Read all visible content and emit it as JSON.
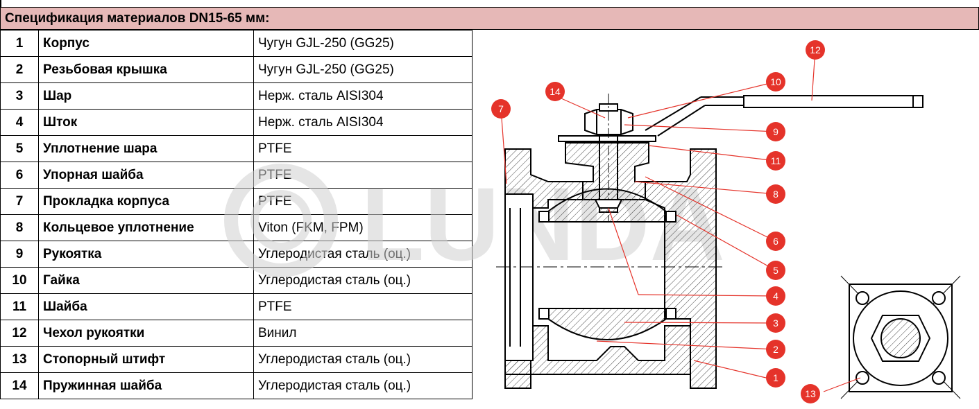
{
  "header": {
    "title": "Спецификация материалов DN15-65 мм:"
  },
  "watermark": {
    "text": "LUNDA"
  },
  "rows": [
    {
      "num": "1",
      "part": "Корпус",
      "material": "Чугун GJL-250 (GG25)"
    },
    {
      "num": "2",
      "part": "Резьбовая крышка",
      "material": "Чугун GJL-250 (GG25)"
    },
    {
      "num": "3",
      "part": "Шар",
      "material": "Нерж. сталь AISI304"
    },
    {
      "num": "4",
      "part": "Шток",
      "material": "Нерж. сталь AISI304"
    },
    {
      "num": "5",
      "part": "Уплотнение шара",
      "material": "PTFE"
    },
    {
      "num": "6",
      "part": "Упорная шайба",
      "material": "PTFE"
    },
    {
      "num": "7",
      "part": "Прокладка корпуса",
      "material": "PTFE"
    },
    {
      "num": "8",
      "part": "Кольцевое уплотнение",
      "material": "Viton (FKM, FPM)"
    },
    {
      "num": "9",
      "part": "Рукоятка",
      "material": "Углеродистая сталь (оц.)"
    },
    {
      "num": "10",
      "part": "Гайка",
      "material": "Углеродистая сталь (оц.)"
    },
    {
      "num": "11",
      "part": "Шайба",
      "material": "PTFE"
    },
    {
      "num": "12",
      "part": "Чехол рукоятки",
      "material": "Винил"
    },
    {
      "num": "13",
      "part": "Стопорный штифт",
      "material": "Углеродистая сталь (оц.)"
    },
    {
      "num": "14",
      "part": "Пружинная шайба",
      "material": "Углеродистая сталь (оц.)"
    }
  ],
  "callouts": [
    "1",
    "2",
    "3",
    "4",
    "5",
    "6",
    "7",
    "8",
    "9",
    "10",
    "11",
    "12",
    "13",
    "14"
  ],
  "colors": {
    "header_bg": "#e6b8b7",
    "callout": "#e5332a",
    "leader": "#e5332a",
    "watermark": "#d0d0d0"
  }
}
